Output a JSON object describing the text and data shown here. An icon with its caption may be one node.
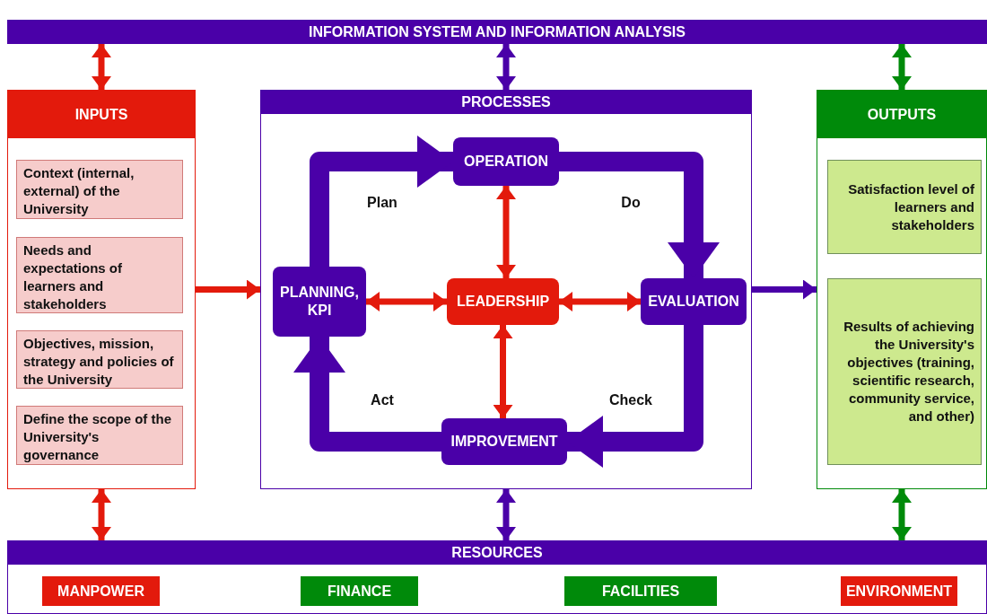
{
  "diagram": {
    "nodes": [
      {
        "text": [
          "INFORMATION SYSTEM AND INFORMATION ANALYSIS"
        ]
      },
      {
        "text": [
          "INPUTS"
        ]
      },
      {
        "text": [
          "Context (internal, external) of the University"
        ],
        "in": 1
      },
      {
        "text": [
          "Needs and expectations of learners and stakeholders"
        ],
        "in": 1
      },
      {
        "text": [
          "Objectives, mission, strategy and policies of the University"
        ],
        "in": 1
      },
      {
        "text": [
          "Define the scope of the University's governance"
        ],
        "in": 1
      },
      {
        "text": [
          "PROCESSES"
        ]
      },
      {
        "text": [
          "OPERATION"
        ],
        "in": 6
      },
      {
        "text": [
          "PLANNING, KPI"
        ],
        "in": 6
      },
      {
        "text": [
          "LEADERSHIP"
        ],
        "in": 6
      },
      {
        "text": [
          "EVALUATION"
        ],
        "in": 6
      },
      {
        "text": [
          "IMPROVEMENT"
        ],
        "in": 6
      },
      {
        "text": [
          "OUTPUTS"
        ]
      },
      {
        "text": [
          "Satisfaction level of learners and stakeholders"
        ],
        "in": 12
      },
      {
        "text": [
          "Results of achieving the University's objectives (training, scientific research, community service, and other)"
        ],
        "in": 12
      },
      {
        "text": [
          "RESOURCES"
        ]
      },
      {
        "text": [
          "MANPOWER"
        ],
        "in": 15
      },
      {
        "text": [
          "FINANCE"
        ],
        "in": 15
      },
      {
        "text": [
          "FACILITIES"
        ],
        "in": 15
      },
      {
        "text": [
          "ENVIRONMENT"
        ],
        "in": 15
      }
    ],
    "edges": [
      {
        "from": 0,
        "to": 1,
        "arrow": "both",
        "color": "#e31a0c"
      },
      {
        "from": 0,
        "to": 6,
        "arrow": "both",
        "color": "#4a00a8"
      },
      {
        "from": 0,
        "to": 12,
        "arrow": "both",
        "color": "#008a0a"
      },
      {
        "from": 1,
        "to": 6,
        "arrow": "to",
        "color": "#e31a0c"
      },
      {
        "from": 6,
        "to": 12,
        "arrow": "to",
        "color": "#4a00a8"
      },
      {
        "from": 8,
        "to": 7,
        "arrow": "to",
        "label": "Plan",
        "style": "thick",
        "color": "#4a00a8"
      },
      {
        "from": 7,
        "to": 10,
        "arrow": "to",
        "label": "Do",
        "style": "thick",
        "color": "#4a00a8"
      },
      {
        "from": 10,
        "to": 11,
        "arrow": "to",
        "label": "Check",
        "style": "thick",
        "color": "#4a00a8"
      },
      {
        "from": 11,
        "to": 8,
        "arrow": "to",
        "label": "Act",
        "style": "thick",
        "color": "#4a00a8"
      },
      {
        "from": 9,
        "to": 7,
        "arrow": "both",
        "color": "#e31a0c"
      },
      {
        "from": 9,
        "to": 8,
        "arrow": "both",
        "color": "#e31a0c"
      },
      {
        "from": 9,
        "to": 10,
        "arrow": "both",
        "color": "#e31a0c"
      },
      {
        "from": 9,
        "to": 11,
        "arrow": "both",
        "color": "#e31a0c"
      },
      {
        "from": 1,
        "to": 15,
        "arrow": "both",
        "color": "#e31a0c"
      },
      {
        "from": 6,
        "to": 15,
        "arrow": "both",
        "color": "#4a00a8"
      },
      {
        "from": 12,
        "to": 15,
        "arrow": "both",
        "color": "#008a0a"
      }
    ]
  }
}
